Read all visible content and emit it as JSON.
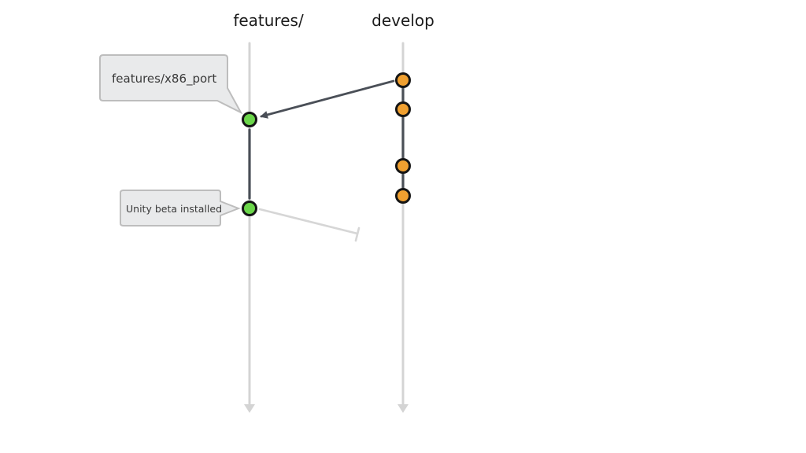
{
  "diagram": {
    "lanes": [
      {
        "id": "features",
        "title": "features/"
      },
      {
        "id": "develop",
        "title": "develop"
      }
    ],
    "commits": [
      {
        "id": "d1",
        "lane": "develop",
        "color": "#F0A030"
      },
      {
        "id": "d2",
        "lane": "develop",
        "color": "#F0A030"
      },
      {
        "id": "d3",
        "lane": "develop",
        "color": "#F0A030"
      },
      {
        "id": "d4",
        "lane": "develop",
        "color": "#F0A030"
      },
      {
        "id": "f1",
        "lane": "features",
        "color": "#6BD64A"
      },
      {
        "id": "f2",
        "lane": "features",
        "color": "#6BD64A"
      }
    ],
    "links": [
      {
        "from": "d1",
        "to": "d2",
        "style": "dark"
      },
      {
        "from": "d2",
        "to": "d3",
        "style": "dark"
      },
      {
        "from": "d3",
        "to": "d4",
        "style": "dark"
      },
      {
        "from": "f1",
        "to": "f2",
        "style": "dark"
      },
      {
        "from": "d1",
        "to": "f1",
        "style": "dark-arrow"
      },
      {
        "from": "f2",
        "to": "pending",
        "style": "light-stub"
      }
    ],
    "callouts": [
      {
        "commit": "f1",
        "text": "features/x86_port"
      },
      {
        "commit": "f2",
        "text": "Unity beta installed"
      }
    ],
    "colors": {
      "lane_line": "#D4D4D4",
      "dark_link": "#4A4F57",
      "light_link": "#D6D6D6",
      "callout_fill": "#E9EAEB",
      "callout_stroke": "#BDBDBD",
      "commit_outline": "#151515"
    }
  }
}
